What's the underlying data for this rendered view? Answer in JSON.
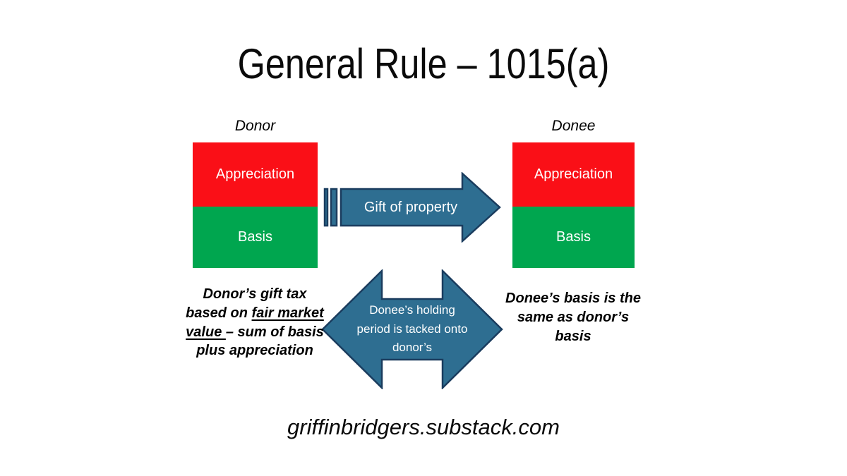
{
  "title": "General Rule – 1015(a)",
  "colors": {
    "red": "#FA0F17",
    "green": "#00A64F",
    "arrow_fill": "#2E6E91",
    "arrow_stroke": "#1A3C5E"
  },
  "donor": {
    "label": "Donor",
    "top_segment": "Appreciation",
    "bottom_segment": "Basis"
  },
  "donee": {
    "label": "Donee",
    "top_segment": "Appreciation",
    "bottom_segment": "Basis"
  },
  "gift_arrow": {
    "label": "Gift of property"
  },
  "holding_arrow": {
    "label": "Donee’s holding period is tacked onto donor’s"
  },
  "left_note": {
    "pre": "Donor’s gift tax based on ",
    "underlined": "fair market value ",
    "post": "– sum of basis plus appreciation"
  },
  "right_note": {
    "text": "Donee’s basis is the same as donor’s basis"
  },
  "footer": {
    "text": "griffinbridgers.substack.com"
  }
}
